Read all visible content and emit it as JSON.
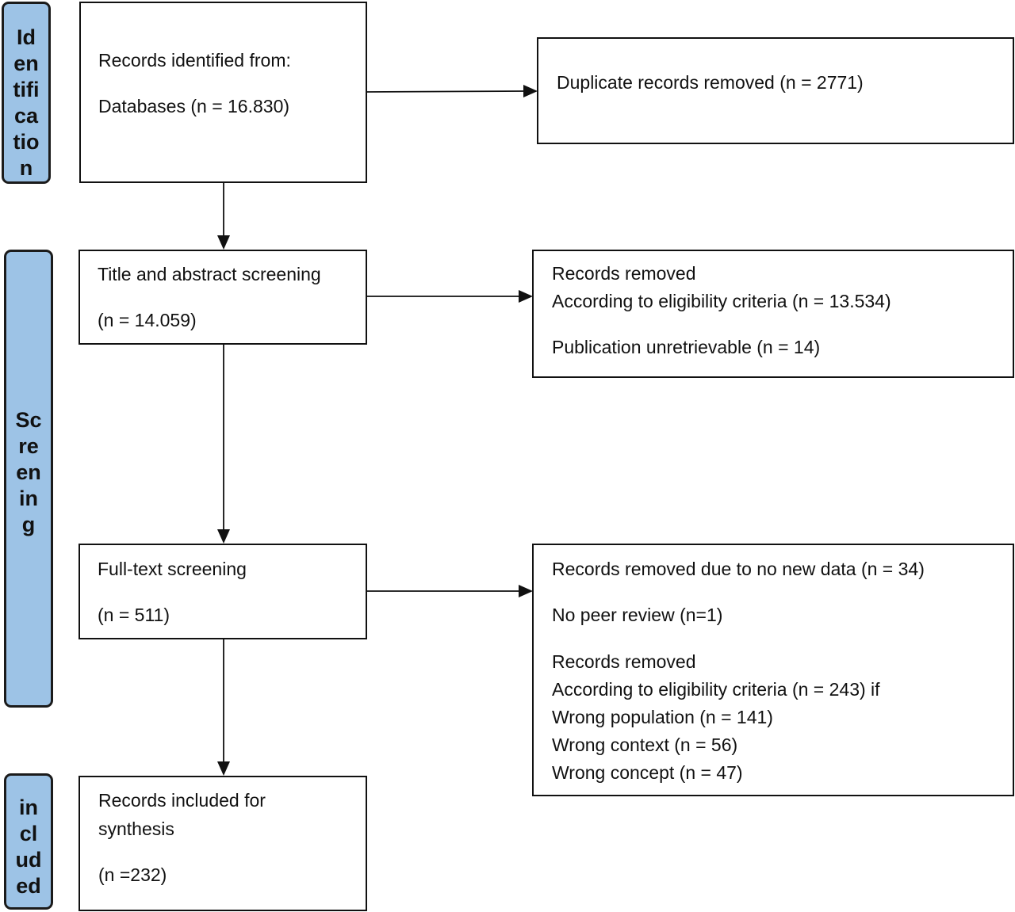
{
  "phases": {
    "identification": "Identification",
    "screening": "Screening",
    "included": "included"
  },
  "boxes": {
    "identified": {
      "line1": "Records identified from:",
      "line2": "Databases (n = 16.830)"
    },
    "duplicates": {
      "line1": "Duplicate records removed (n = 2771)"
    },
    "title_abstract": {
      "line1": "Title and abstract screening",
      "line2": "(n = 14.059)"
    },
    "removed_1": {
      "line1": "Records removed",
      "line2": "According to eligibility criteria (n = 13.534)",
      "line3": "Publication unretrievable (n = 14)"
    },
    "full_text": {
      "line1": "Full-text screening",
      "line2": "(n = 511)"
    },
    "removed_2": {
      "line1": "Records removed due to no new data (n = 34)",
      "line2": "No peer review (n=1)",
      "line3": "Records removed",
      "line4": "According to eligibility criteria (n = 243) if",
      "line5": "Wrong population (n = 141)",
      "line6": "Wrong context (n = 56)",
      "line7": "Wrong concept (n = 47)"
    },
    "included": {
      "line1": "Records included for",
      "line2": "synthesis",
      "line3": "(n =232)"
    }
  }
}
